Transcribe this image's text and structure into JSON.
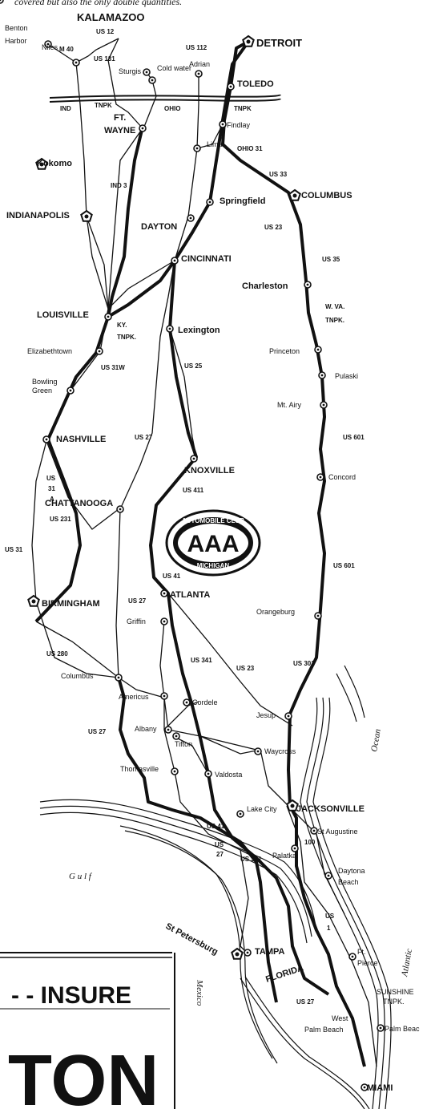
{
  "header_text": "covered but also the only double quantities.",
  "logo": {
    "ring_text": "AUTOMOBILE CLUB",
    "letters": "AAA",
    "state": "MICHIGAN"
  },
  "water": {
    "gulf": "G u l f",
    "mexico": "Mexico",
    "ocean": "Ocean",
    "atlantic": "Atlantic"
  },
  "state_labels": {
    "florida": "FLORIDA",
    "ohio": "OHIO",
    "ind_tnpk": "IND",
    "tnpk1": "TNPK",
    "tnpk2": "TNPK"
  },
  "cities": [
    {
      "id": "kalamazoo",
      "name": "KALAMAZOO",
      "style": "big"
    },
    {
      "id": "benton",
      "name": "Benton",
      "style": "sm"
    },
    {
      "id": "harbor",
      "name": "Harbor",
      "style": "sm"
    },
    {
      "id": "niles",
      "name": "Niles",
      "style": "sm"
    },
    {
      "id": "sturgis",
      "name": "Sturgis",
      "style": "sm"
    },
    {
      "id": "coldwater",
      "name": "Cold water",
      "style": "sm"
    },
    {
      "id": "adrian",
      "name": "Adrian",
      "style": "sm"
    },
    {
      "id": "detroit",
      "name": "DETROIT",
      "style": "big"
    },
    {
      "id": "toledo",
      "name": "TOLEDO",
      "style": "med"
    },
    {
      "id": "ftwayne1",
      "name": "FT.",
      "style": "med"
    },
    {
      "id": "ftwayne2",
      "name": "WAYNE",
      "style": "med"
    },
    {
      "id": "findlay",
      "name": "Findlay",
      "style": "sm"
    },
    {
      "id": "lima",
      "name": "Lima",
      "style": "sm"
    },
    {
      "id": "kokomo",
      "name": "Kokomo",
      "style": "med"
    },
    {
      "id": "springfield",
      "name": "Springfield",
      "style": "med"
    },
    {
      "id": "columbus_oh",
      "name": "COLUMBUS",
      "style": "med"
    },
    {
      "id": "indianapolis",
      "name": "INDIANAPOLIS",
      "style": "med"
    },
    {
      "id": "dayton",
      "name": "DAYTON",
      "style": "med"
    },
    {
      "id": "cincinnati",
      "name": "CINCINNATI",
      "style": "med"
    },
    {
      "id": "charleston",
      "name": "Charleston",
      "style": "med"
    },
    {
      "id": "louisville",
      "name": "LOUISVILLE",
      "style": "med"
    },
    {
      "id": "lexington",
      "name": "Lexington",
      "style": "med"
    },
    {
      "id": "elizabethtown",
      "name": "Elizabethtown",
      "style": "sm"
    },
    {
      "id": "princeton",
      "name": "Princeton",
      "style": "sm"
    },
    {
      "id": "pulaski",
      "name": "Pulaski",
      "style": "sm"
    },
    {
      "id": "bowling1",
      "name": "Bowling",
      "style": "sm"
    },
    {
      "id": "bowling2",
      "name": "Green",
      "style": "sm"
    },
    {
      "id": "mtairy",
      "name": "Mt. Airy",
      "style": "sm"
    },
    {
      "id": "nashville",
      "name": "NASHVILLE",
      "style": "med"
    },
    {
      "id": "knoxville",
      "name": "KNOXVILLE",
      "style": "med"
    },
    {
      "id": "concord",
      "name": "Concord",
      "style": "sm"
    },
    {
      "id": "chattanooga",
      "name": "CHATTANOOGA",
      "style": "med"
    },
    {
      "id": "birmingham",
      "name": "BIRMINGHAM",
      "style": "med"
    },
    {
      "id": "atlanta",
      "name": "ATLANTA",
      "style": "med"
    },
    {
      "id": "griffin",
      "name": "Griffin",
      "style": "sm"
    },
    {
      "id": "orangeburg",
      "name": "Orangeburg",
      "style": "sm"
    },
    {
      "id": "columbus_ga",
      "name": "Columbus",
      "style": "sm"
    },
    {
      "id": "americus",
      "name": "Americus",
      "style": "sm"
    },
    {
      "id": "cordele",
      "name": "Cordele",
      "style": "sm"
    },
    {
      "id": "jesup",
      "name": "Jesup",
      "style": "sm"
    },
    {
      "id": "albany",
      "name": "Albany",
      "style": "sm"
    },
    {
      "id": "tifton",
      "name": "Tifton",
      "style": "sm"
    },
    {
      "id": "waycross",
      "name": "Waycross",
      "style": "sm"
    },
    {
      "id": "thomasville",
      "name": "Thomasville",
      "style": "sm"
    },
    {
      "id": "valdosta",
      "name": "Valdosta",
      "style": "sm"
    },
    {
      "id": "lakecity",
      "name": "Lake City",
      "style": "sm"
    },
    {
      "id": "jacksonville",
      "name": "JACKSONVILLE",
      "style": "med"
    },
    {
      "id": "staugustine",
      "name": "St Augustine",
      "style": "sm"
    },
    {
      "id": "palatka",
      "name": "Palatka",
      "style": "sm"
    },
    {
      "id": "daytona1",
      "name": "Daytona",
      "style": "sm"
    },
    {
      "id": "daytona2",
      "name": "Beach",
      "style": "sm"
    },
    {
      "id": "stpete",
      "name": "St Petersburg",
      "style": "med"
    },
    {
      "id": "tampa",
      "name": "TAMPA",
      "style": "med"
    },
    {
      "id": "ftpierce1",
      "name": "Ft.",
      "style": "sm"
    },
    {
      "id": "ftpierce2",
      "name": "Pierce",
      "style": "sm"
    },
    {
      "id": "sunshine1",
      "name": "SUNSHINE",
      "style": "sm"
    },
    {
      "id": "sunshine2",
      "name": "TNPK.",
      "style": "sm"
    },
    {
      "id": "wpb1",
      "name": "West",
      "style": "sm"
    },
    {
      "id": "wpb2",
      "name": "Palm Beach",
      "style": "sm"
    },
    {
      "id": "palmbeach",
      "name": "Palm Beac",
      "style": "sm"
    },
    {
      "id": "miami",
      "name": "MIAMI",
      "style": "med"
    }
  ],
  "routes": [
    {
      "id": "r_us12",
      "text": "US 12"
    },
    {
      "id": "r_m40",
      "text": "M 40"
    },
    {
      "id": "r_us131",
      "text": "US 131"
    },
    {
      "id": "r_us112",
      "text": "US 112"
    },
    {
      "id": "r_ind3",
      "text": "IND 3"
    },
    {
      "id": "r_ohio31",
      "text": "OHIO 31"
    },
    {
      "id": "r_us33",
      "text": "US 33"
    },
    {
      "id": "r_us23a",
      "text": "US 23"
    },
    {
      "id": "r_us35",
      "text": "US 35"
    },
    {
      "id": "r_wva1",
      "text": "W. VA."
    },
    {
      "id": "r_wva2",
      "text": "TNPK."
    },
    {
      "id": "r_ky1",
      "text": "KY."
    },
    {
      "id": "r_ky2",
      "text": "TNPK."
    },
    {
      "id": "r_us31w",
      "text": "US 31W"
    },
    {
      "id": "r_us25",
      "text": "US 25"
    },
    {
      "id": "r_us27a",
      "text": "US 27"
    },
    {
      "id": "r_us601a",
      "text": "US 601"
    },
    {
      "id": "r_us411",
      "text": "US 411"
    },
    {
      "id": "r_us31a",
      "text": "US"
    },
    {
      "id": "r_us31b",
      "text": "31"
    },
    {
      "id": "r_us31c",
      "text": "A"
    },
    {
      "id": "r_us231",
      "text": "US 231"
    },
    {
      "id": "r_us31",
      "text": "US 31"
    },
    {
      "id": "r_us601b",
      "text": "US 601"
    },
    {
      "id": "r_us41a",
      "text": "US 41"
    },
    {
      "id": "r_us27b",
      "text": "US 27"
    },
    {
      "id": "r_us280",
      "text": "US 280"
    },
    {
      "id": "r_us341",
      "text": "US 341"
    },
    {
      "id": "r_us23b",
      "text": "US 23"
    },
    {
      "id": "r_us301a",
      "text": "US 301"
    },
    {
      "id": "r_us27c",
      "text": "US 27"
    },
    {
      "id": "r_us41b",
      "text": "US 41"
    },
    {
      "id": "r_us27d1",
      "text": "US"
    },
    {
      "id": "r_us27d2",
      "text": "27"
    },
    {
      "id": "r_us301b",
      "text": "US 301"
    },
    {
      "id": "r_us1a",
      "text": "US"
    },
    {
      "id": "r_us1b",
      "text": "1"
    },
    {
      "id": "r_us27e",
      "text": "US 27"
    },
    {
      "id": "r_100",
      "text": "100"
    }
  ],
  "ad": {
    "line1": "- - INSURE",
    "line2": "TON"
  }
}
